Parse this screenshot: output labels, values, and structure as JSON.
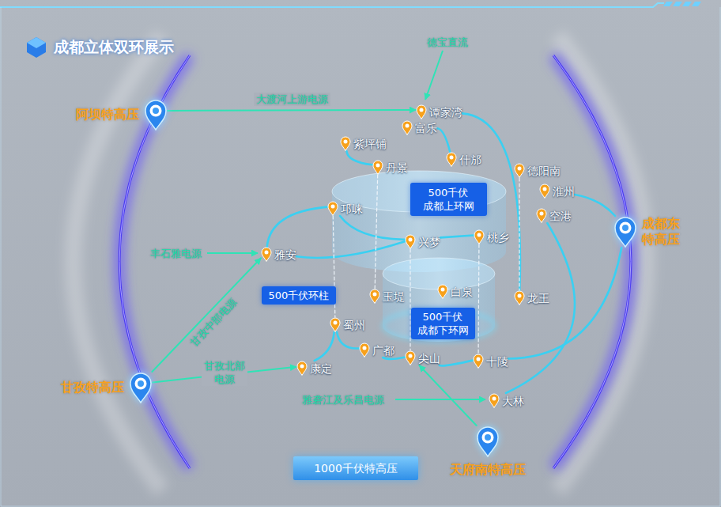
{
  "diagram": {
    "title": "成都立体双环展示",
    "nodes": [
      {
        "text": [
          "谭家湾"
        ]
      },
      {
        "text": [
          "阿坝特高压"
        ]
      },
      {
        "text": [
          "富乐"
        ]
      },
      {
        "text": [
          "紫坪铺"
        ]
      },
      {
        "text": [
          "什邡"
        ]
      },
      {
        "text": [
          "丹景"
        ]
      },
      {
        "text": [
          "德阳南"
        ]
      },
      {
        "text": [
          "淮州"
        ]
      },
      {
        "text": [
          "500千伏 成都上环网"
        ]
      },
      {
        "text": [
          "邛崃"
        ]
      },
      {
        "text": [
          "空港"
        ]
      },
      {
        "text": [
          "成都东 特高压"
        ]
      },
      {
        "text": [
          "桃乡"
        ]
      },
      {
        "text": [
          "兴梦"
        ]
      },
      {
        "text": [
          "雅安"
        ]
      },
      {
        "text": [
          "白泉"
        ]
      },
      {
        "text": [
          "500千伏环柱"
        ]
      },
      {
        "text": [
          "玉堤"
        ]
      },
      {
        "text": [
          "龙王"
        ]
      },
      {
        "text": [
          "蜀州"
        ]
      },
      {
        "text": [
          "500千伏 成都下环网"
        ]
      },
      {
        "text": [
          "广都"
        ]
      },
      {
        "text": [
          "尖山"
        ]
      },
      {
        "text": [
          "十陵"
        ]
      },
      {
        "text": [
          "康定"
        ]
      },
      {
        "text": [
          "甘孜特高压"
        ]
      },
      {
        "text": [
          "大林"
        ]
      },
      {
        "text": [
          "天府南特高压"
        ]
      },
      {
        "text": [
          "1000千伏特高压"
        ]
      }
    ],
    "edges": [
      {
        "from": 1,
        "to": 0,
        "arrow": "to",
        "label": "大渡河上游电源"
      },
      {
        "from": 25,
        "to": 14,
        "arrow": "to",
        "label": "甘孜中部电源"
      },
      {
        "from": 25,
        "to": 24,
        "arrow": "to",
        "label": "甘孜北部 电源"
      },
      {
        "from": 27,
        "to": 22,
        "arrow": "to"
      },
      {
        "from": 0,
        "to": 18,
        "arrow": "none"
      },
      {
        "from": 2,
        "to": 4,
        "arrow": "none"
      },
      {
        "from": 3,
        "to": 5,
        "arrow": "none"
      },
      {
        "from": 7,
        "to": 11,
        "arrow": "none"
      },
      {
        "from": 11,
        "to": 23,
        "arrow": "none"
      },
      {
        "from": 10,
        "to": 26,
        "arrow": "none"
      },
      {
        "from": 9,
        "to": 14,
        "arrow": "none"
      },
      {
        "from": 14,
        "to": 13,
        "arrow": "none"
      },
      {
        "from": 13,
        "to": 12,
        "arrow": "none"
      },
      {
        "from": 9,
        "to": 13,
        "arrow": "none"
      },
      {
        "from": 19,
        "to": 24,
        "arrow": "none"
      },
      {
        "from": 19,
        "to": 21,
        "arrow": "none"
      },
      {
        "from": 21,
        "to": 22,
        "arrow": "none"
      },
      {
        "from": 22,
        "to": 23,
        "arrow": "none"
      },
      {
        "from": 9,
        "to": 19,
        "arrow": "none"
      },
      {
        "from": 5,
        "to": 17,
        "arrow": "none"
      },
      {
        "from": 6,
        "to": 18,
        "arrow": "none"
      },
      {
        "from": 13,
        "to": 22,
        "arrow": "none"
      },
      {
        "from": 12,
        "to": 23,
        "arrow": "none"
      }
    ],
    "labels": [
      "德宝直流",
      "丰石雅电源",
      "雅砻江及乐昌电源"
    ]
  }
}
